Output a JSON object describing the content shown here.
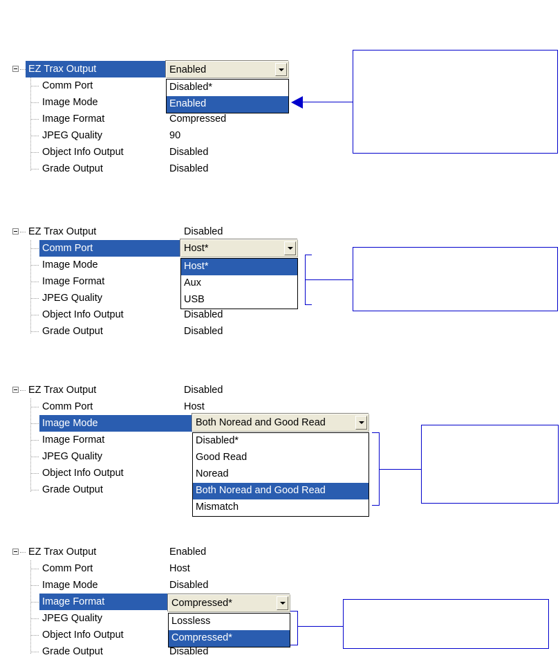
{
  "tree_labels": [
    "EZ Trax Output",
    "Comm Port",
    "Image Mode",
    "Image Format",
    "JPEG Quality",
    "Object Info Output",
    "Grade Output"
  ],
  "panels": [
    {
      "id": "panel-ez-trax-output",
      "selected_row": "EZ Trax Output",
      "rows": [
        {
          "label": "EZ Trax Output",
          "value": "",
          "selected": true,
          "root": true
        },
        {
          "label": "Comm Port",
          "value": "",
          "selected": false,
          "root": false
        },
        {
          "label": "Image Mode",
          "value": "",
          "selected": false,
          "root": false
        },
        {
          "label": "Image Format",
          "value": "Compressed",
          "selected": false,
          "root": false
        },
        {
          "label": "JPEG Quality",
          "value": "90",
          "selected": false,
          "root": false
        },
        {
          "label": "Object Info Output",
          "value": "Disabled",
          "selected": false,
          "root": false
        },
        {
          "label": "Grade Output",
          "value": "Disabled",
          "selected": false,
          "root": false
        }
      ],
      "combo": {
        "value": "Enabled"
      },
      "dropdown": {
        "options": [
          "Disabled*",
          "Enabled"
        ],
        "selected_index": 1
      }
    },
    {
      "id": "panel-comm-port",
      "selected_row": "Comm Port",
      "rows": [
        {
          "label": "EZ Trax Output",
          "value": "Disabled",
          "selected": false,
          "root": true
        },
        {
          "label": "Comm Port",
          "value": "",
          "selected": true,
          "root": false
        },
        {
          "label": "Image Mode",
          "value": "",
          "selected": false,
          "root": false
        },
        {
          "label": "Image Format",
          "value": "",
          "selected": false,
          "root": false
        },
        {
          "label": "JPEG Quality",
          "value": "",
          "selected": false,
          "root": false
        },
        {
          "label": "Object Info Output",
          "value": "Disabled",
          "selected": false,
          "root": false
        },
        {
          "label": "Grade Output",
          "value": "Disabled",
          "selected": false,
          "root": false
        }
      ],
      "combo": {
        "value": "Host*"
      },
      "dropdown": {
        "options": [
          "Host*",
          "Aux",
          "USB"
        ],
        "selected_index": 0
      }
    },
    {
      "id": "panel-image-mode",
      "selected_row": "Image Mode",
      "rows": [
        {
          "label": "EZ Trax Output",
          "value": "Disabled",
          "selected": false,
          "root": true
        },
        {
          "label": "Comm Port",
          "value": "Host",
          "selected": false,
          "root": false
        },
        {
          "label": "Image Mode",
          "value": "",
          "selected": true,
          "root": false
        },
        {
          "label": "Image Format",
          "value": "",
          "selected": false,
          "root": false
        },
        {
          "label": "JPEG Quality",
          "value": "",
          "selected": false,
          "root": false
        },
        {
          "label": "Object Info Output",
          "value": "",
          "selected": false,
          "root": false
        },
        {
          "label": "Grade Output",
          "value": "",
          "selected": false,
          "root": false
        }
      ],
      "combo": {
        "value": "Both Noread and Good Read"
      },
      "dropdown": {
        "options": [
          "Disabled*",
          "Good Read",
          "Noread",
          "Both Noread and Good Read",
          "Mismatch"
        ],
        "selected_index": 3
      }
    },
    {
      "id": "panel-image-format",
      "selected_row": "Image Format",
      "rows": [
        {
          "label": "EZ Trax Output",
          "value": "Enabled",
          "selected": false,
          "root": true
        },
        {
          "label": "Comm Port",
          "value": "Host",
          "selected": false,
          "root": false
        },
        {
          "label": "Image Mode",
          "value": "Disabled",
          "selected": false,
          "root": false
        },
        {
          "label": "Image Format",
          "value": "",
          "selected": true,
          "root": false
        },
        {
          "label": "JPEG Quality",
          "value": "",
          "selected": false,
          "root": false
        },
        {
          "label": "Object Info Output",
          "value": "",
          "selected": false,
          "root": false
        },
        {
          "label": "Grade Output",
          "value": "Disabled",
          "selected": false,
          "root": false
        }
      ],
      "combo": {
        "value": "Compressed*"
      },
      "dropdown": {
        "options": [
          "Lossless",
          "Compressed*"
        ],
        "selected_index": 1
      }
    }
  ],
  "callouts": [
    {
      "name": "callout-box-1",
      "text": ""
    },
    {
      "name": "callout-box-2",
      "text": ""
    },
    {
      "name": "callout-box-3",
      "text": ""
    },
    {
      "name": "callout-box-4",
      "text": ""
    }
  ],
  "colors": {
    "selection_blue": "#2a5db0",
    "callout_blue": "#0000cc",
    "combo_face": "#ece9d8",
    "background": "#ffffff"
  },
  "icons": {
    "expander": "minus-box-icon",
    "combo_arrow": "chevron-down-icon",
    "leader_arrow": "arrow-left-icon"
  }
}
